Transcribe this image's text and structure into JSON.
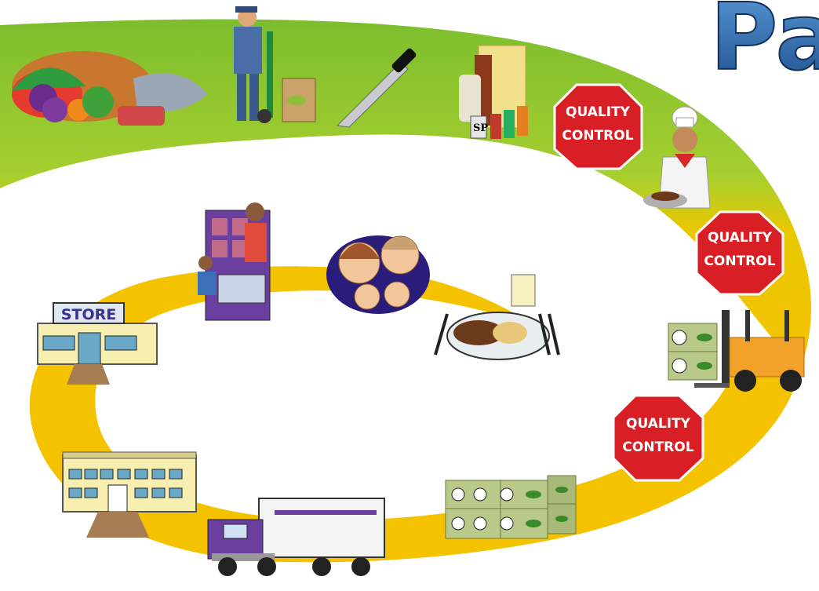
{
  "title_fragment": "Pa",
  "store_sign": "STORE",
  "quality_control": {
    "line1": "QUALITY",
    "line2": "CONTROL"
  },
  "chef_seasoning_label": "SP",
  "stages": [
    {
      "name": "raw-foods-icon"
    },
    {
      "name": "delivery-worker-icon"
    },
    {
      "name": "knife-icon"
    },
    {
      "name": "seasonings-icon"
    },
    {
      "name": "chef-icon"
    },
    {
      "name": "forklift-icon"
    },
    {
      "name": "crates-icon"
    },
    {
      "name": "truck-icon"
    },
    {
      "name": "warehouse-icon"
    },
    {
      "name": "store-icon"
    },
    {
      "name": "shopper-icon"
    },
    {
      "name": "family-icon"
    },
    {
      "name": "meal-icon"
    }
  ],
  "colors": {
    "green_band": "#8cc63f",
    "yellow_band": "#f5c400",
    "octagon": "#d91f26",
    "title": "#2a6cb0"
  }
}
